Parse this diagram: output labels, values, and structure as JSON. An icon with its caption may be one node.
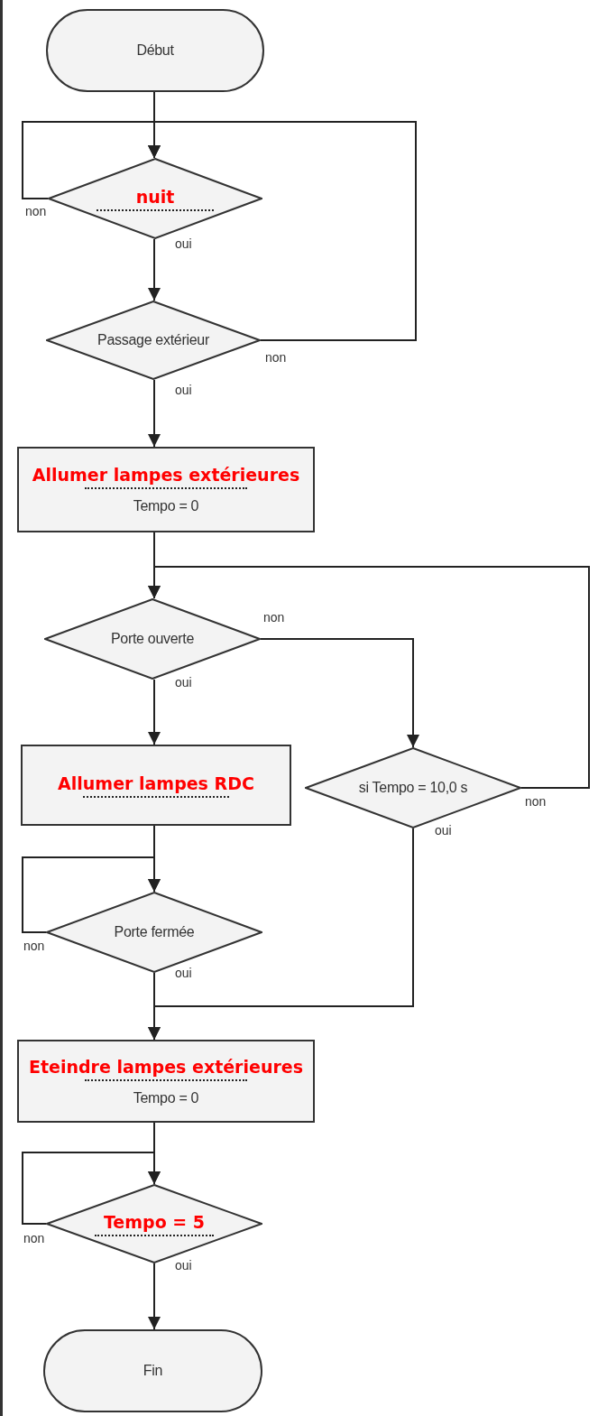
{
  "diagram": {
    "nodes": [
      {
        "text": [
          "Début"
        ]
      },
      {
        "text": [
          "nuit"
        ]
      },
      {
        "text": [
          "Passage extérieur"
        ]
      },
      {
        "text": [
          "Allumer lampes extérieures",
          "Tempo = 0"
        ]
      },
      {
        "text": [
          "Porte ouverte"
        ]
      },
      {
        "text": [
          "Allumer lampes RDC"
        ]
      },
      {
        "text": [
          "si Tempo = 10,0 s"
        ]
      },
      {
        "text": [
          "Porte fermée"
        ]
      },
      {
        "text": [
          "Eteindre lampes extérieures",
          "Tempo = 0"
        ]
      },
      {
        "text": [
          "Tempo = 5"
        ]
      },
      {
        "text": [
          "Fin"
        ]
      }
    ],
    "edges": [
      {
        "from": 0,
        "to": 1,
        "arrow": "to"
      },
      {
        "from": 1,
        "to": 1,
        "arrow": "to",
        "label": "non"
      },
      {
        "from": 1,
        "to": 2,
        "arrow": "to",
        "label": "oui"
      },
      {
        "from": 2,
        "to": 1,
        "arrow": "to",
        "label": "non"
      },
      {
        "from": 2,
        "to": 3,
        "arrow": "to",
        "label": "oui"
      },
      {
        "from": 3,
        "to": 4,
        "arrow": "to"
      },
      {
        "from": 4,
        "to": 6,
        "arrow": "to",
        "label": "non"
      },
      {
        "from": 4,
        "to": 5,
        "arrow": "to",
        "label": "oui"
      },
      {
        "from": 6,
        "to": 4,
        "arrow": "to",
        "label": "non"
      },
      {
        "from": 6,
        "to": 8,
        "arrow": "to",
        "label": "oui"
      },
      {
        "from": 5,
        "to": 7,
        "arrow": "to"
      },
      {
        "from": 7,
        "to": 7,
        "arrow": "to",
        "label": "non"
      },
      {
        "from": 7,
        "to": 8,
        "arrow": "to",
        "label": "oui"
      },
      {
        "from": 8,
        "to": 9,
        "arrow": "to"
      },
      {
        "from": 9,
        "to": 9,
        "arrow": "to",
        "label": "non"
      },
      {
        "from": 9,
        "to": 10,
        "arrow": "to",
        "label": "oui"
      }
    ]
  }
}
